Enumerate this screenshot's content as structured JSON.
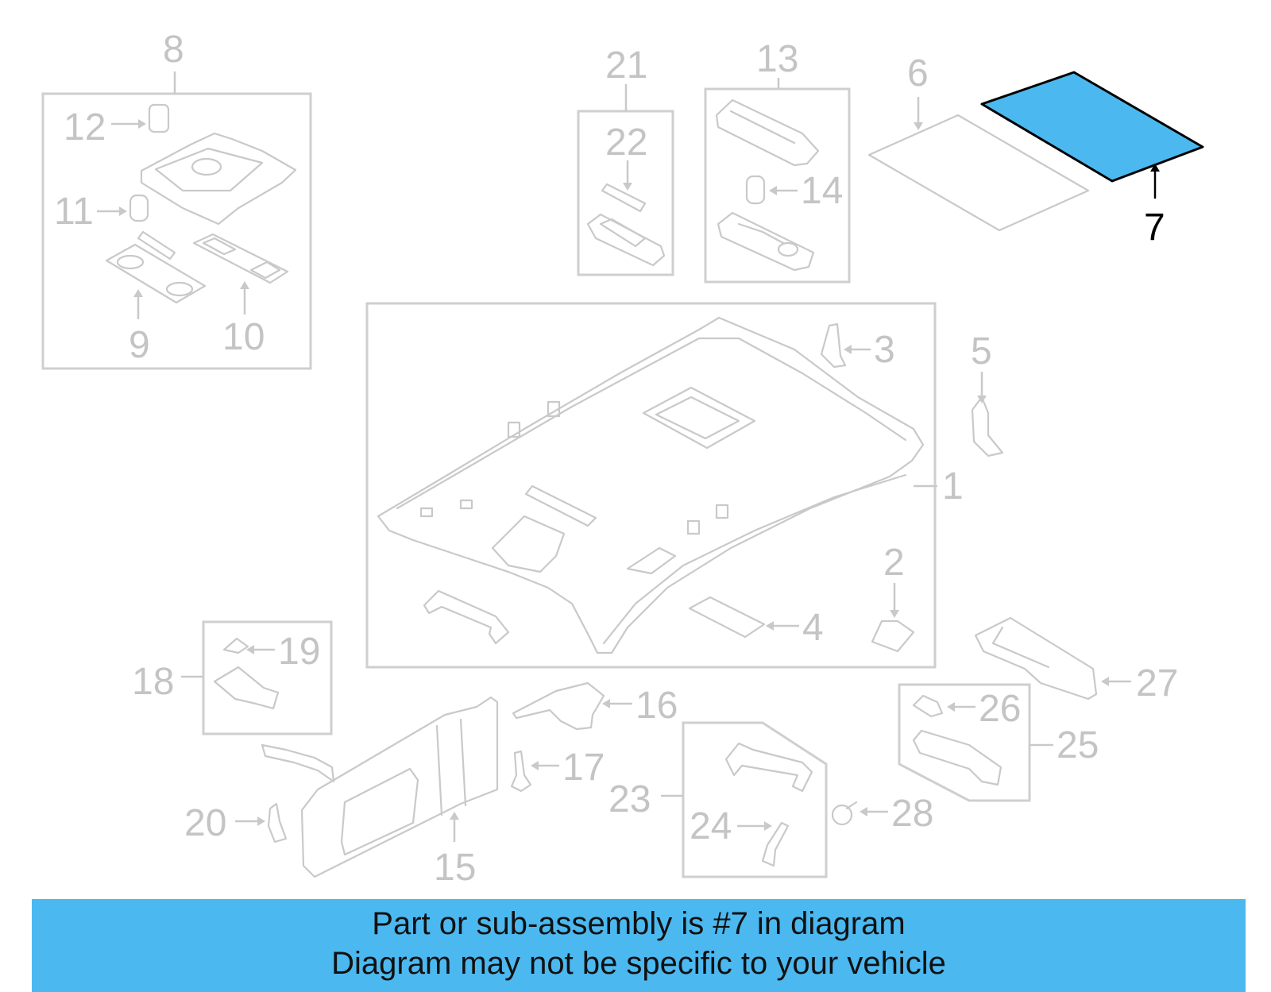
{
  "diagram": {
    "highlight_color": "#4cb8f0",
    "labels": {
      "l1": "1",
      "l2": "2",
      "l3": "3",
      "l4": "4",
      "l5": "5",
      "l6": "6",
      "l7": "7",
      "l8": "8",
      "l9": "9",
      "l10": "10",
      "l11": "11",
      "l12": "12",
      "l13": "13",
      "l14": "14",
      "l15": "15",
      "l16": "16",
      "l17": "17",
      "l18": "18",
      "l19": "19",
      "l20": "20",
      "l21": "21",
      "l22": "22",
      "l23": "23",
      "l24": "24",
      "l25": "25",
      "l26": "26",
      "l27": "27",
      "l28": "28"
    },
    "highlighted_part": "7"
  },
  "banner": {
    "line1": "Part or sub-assembly is #7 in diagram",
    "line2": "Diagram may not be specific to your vehicle",
    "color": "#4cb8f0"
  }
}
